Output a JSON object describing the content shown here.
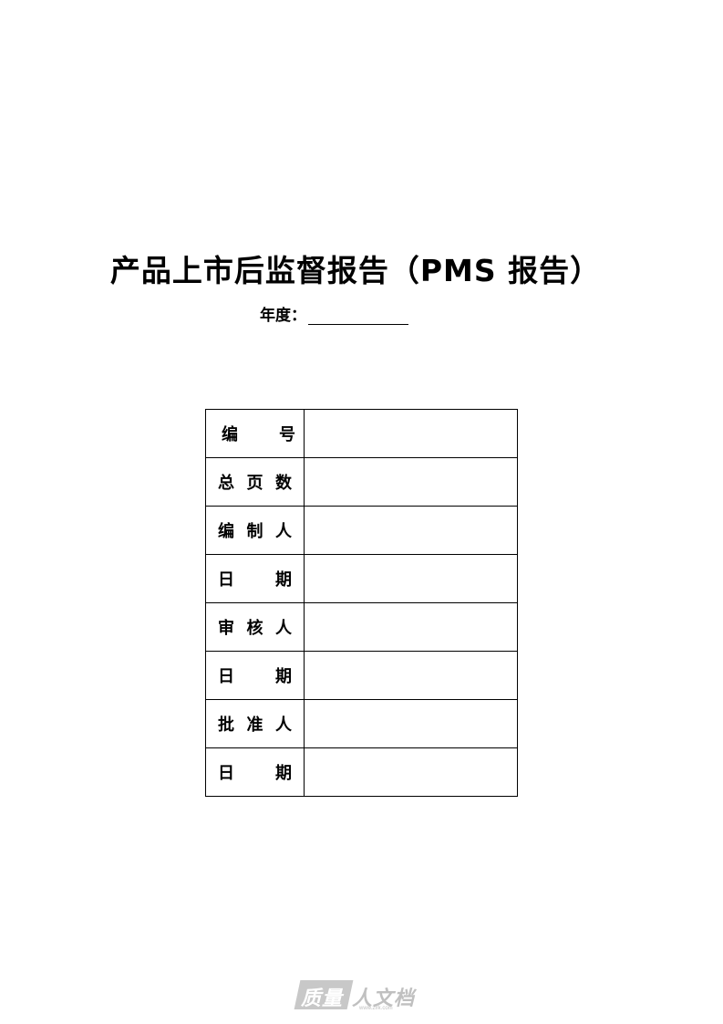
{
  "title": "产品上市后监督报告（PMS 报告）",
  "year_label": "年度：",
  "table": {
    "rows": [
      {
        "label_chars": [
          "编",
          "号"
        ],
        "value": ""
      },
      {
        "label_chars": [
          "总",
          "页",
          "数"
        ],
        "value": ""
      },
      {
        "label_chars": [
          "编",
          "制",
          "人"
        ],
        "value": ""
      },
      {
        "label_chars": [
          "日",
          "期"
        ],
        "value": ""
      },
      {
        "label_chars": [
          "审",
          "核",
          "人"
        ],
        "value": ""
      },
      {
        "label_chars": [
          "日",
          "期"
        ],
        "value": ""
      },
      {
        "label_chars": [
          "批",
          "准",
          "人"
        ],
        "value": ""
      },
      {
        "label_chars": [
          "日",
          "期"
        ],
        "value": ""
      }
    ]
  },
  "watermark": {
    "box_text": "质量",
    "text": "人文档",
    "url": "www.zlrk.com"
  }
}
